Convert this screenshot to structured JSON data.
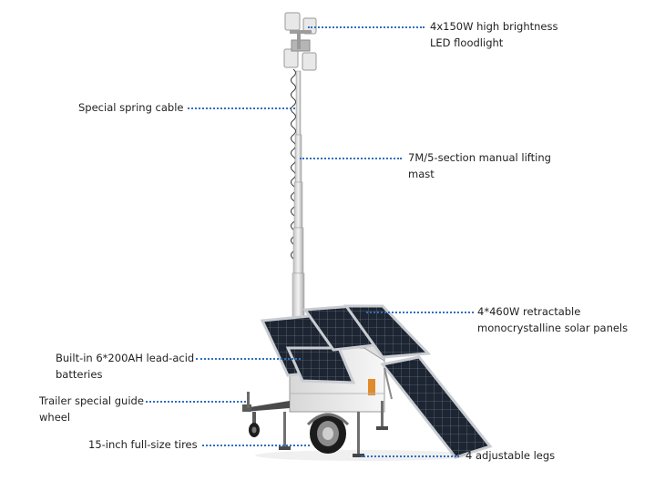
{
  "callouts": {
    "floodlight": {
      "lines": [
        "4x150W high brightness",
        "LED floodlight"
      ]
    },
    "spring_cable": {
      "lines": [
        "Special spring cable"
      ]
    },
    "mast": {
      "lines": [
        "7M/5-section manual lifting",
        "mast"
      ]
    },
    "solar_panels": {
      "lines": [
        "4*460W retractable",
        "monocrystalline solar panels"
      ]
    },
    "batteries": {
      "lines": [
        "Built-in 6*200AH lead-acid",
        "batteries"
      ]
    },
    "guide_wheel": {
      "lines": [
        "Trailer special guide",
        "wheel"
      ]
    },
    "tires": {
      "lines": [
        "15-inch full-size tires"
      ]
    },
    "legs": {
      "lines": [
        "4 adjustable legs"
      ]
    }
  },
  "colors": {
    "leader_line": "#2f6fc0",
    "text": "#1f1f1f",
    "panel_cell": "#1d2532",
    "panel_frame": "#c9cdd2",
    "body": "#eeeeee",
    "tire": "#1c1c1c"
  }
}
